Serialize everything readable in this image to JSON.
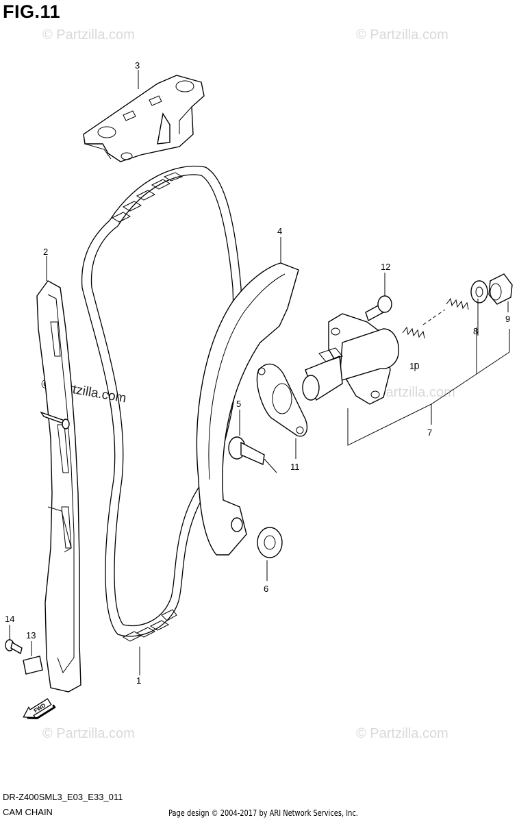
{
  "figure": {
    "title": "FIG.11",
    "model_code": "DR-Z400SML3_E03_E33_011",
    "section_name": "CAM CHAIN",
    "copyright": "Page design © 2004-2017 by ARI Network Services, Inc."
  },
  "watermarks": {
    "text": "© Partzilla.com",
    "main_text": "© partzilla.com"
  },
  "callouts": [
    {
      "id": "1",
      "label": "1"
    },
    {
      "id": "2",
      "label": "2"
    },
    {
      "id": "3",
      "label": "3"
    },
    {
      "id": "4",
      "label": "4"
    },
    {
      "id": "5",
      "label": "5"
    },
    {
      "id": "6",
      "label": "6"
    },
    {
      "id": "7",
      "label": "7"
    },
    {
      "id": "8",
      "label": "8"
    },
    {
      "id": "9",
      "label": "9"
    },
    {
      "id": "10",
      "label": "10"
    },
    {
      "id": "11",
      "label": "11"
    },
    {
      "id": "12",
      "label": "12"
    },
    {
      "id": "13",
      "label": "13"
    },
    {
      "id": "14",
      "label": "14"
    }
  ],
  "direction_arrow": {
    "label": "FWD"
  }
}
